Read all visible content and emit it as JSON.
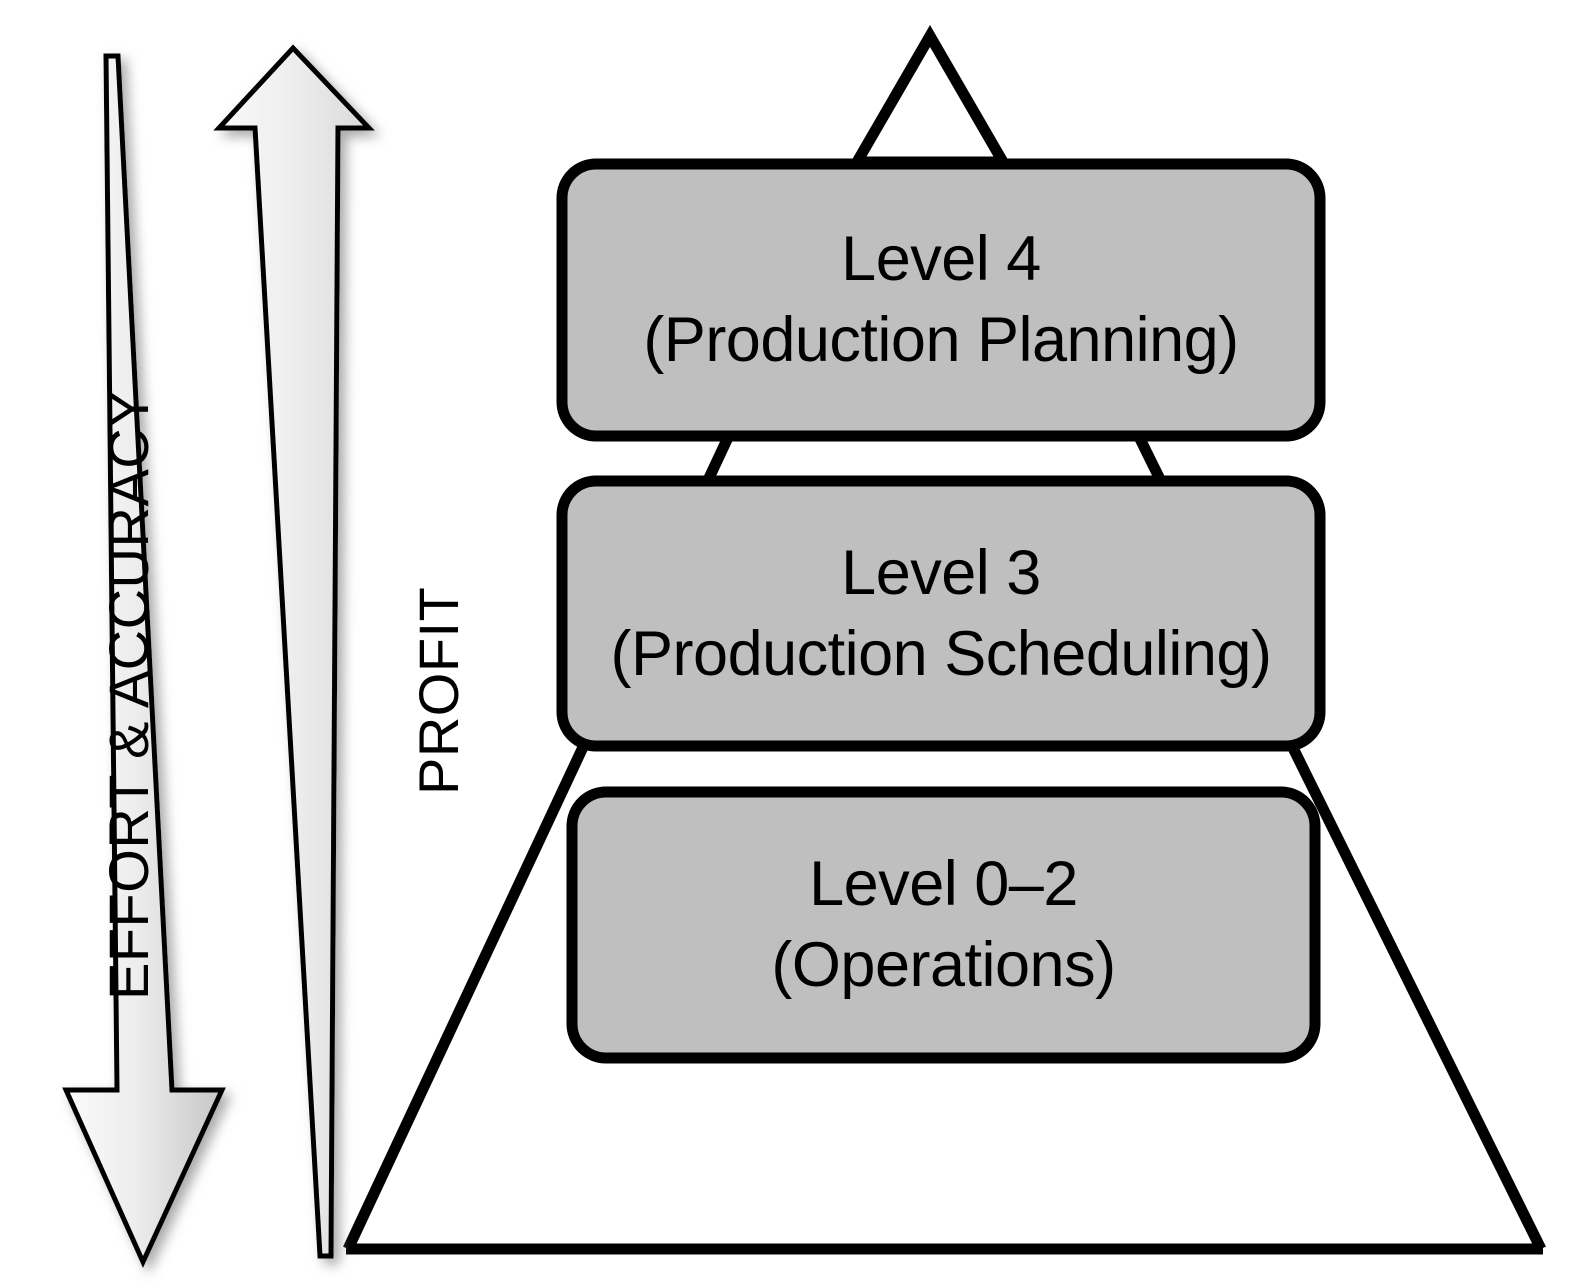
{
  "diagram": {
    "title_visible": false,
    "background_color": "#FFFFFF",
    "box_fill_color": "#BFBFBF",
    "box_stroke_color": "#000000",
    "arrow_fill_light": "#F2F2F2",
    "arrow_fill_dark": "#C9C9C9",
    "axes": [
      {
        "id": "effort",
        "label": "EFFORT & ACCURACY",
        "direction": "down",
        "shape": "tapered-arrow",
        "note": "thin at top, wide at bottom, pointing downward"
      },
      {
        "id": "profit",
        "label": "PROFIT",
        "direction": "up",
        "shape": "tapered-arrow",
        "note": "wide head at top, tapering to a point at bottom"
      }
    ],
    "pyramid": {
      "apex_label": "",
      "description": "open triangular pyramid outline behind the level boxes"
    },
    "levels": [
      {
        "id": "level-4",
        "line1": "Level 4",
        "line2": "(Production Planning)"
      },
      {
        "id": "level-3",
        "line1": "Level 3",
        "line2": "(Production Scheduling)"
      },
      {
        "id": "level-0-2",
        "line1": "Level 0–2",
        "line2": "(Operations)"
      }
    ]
  }
}
